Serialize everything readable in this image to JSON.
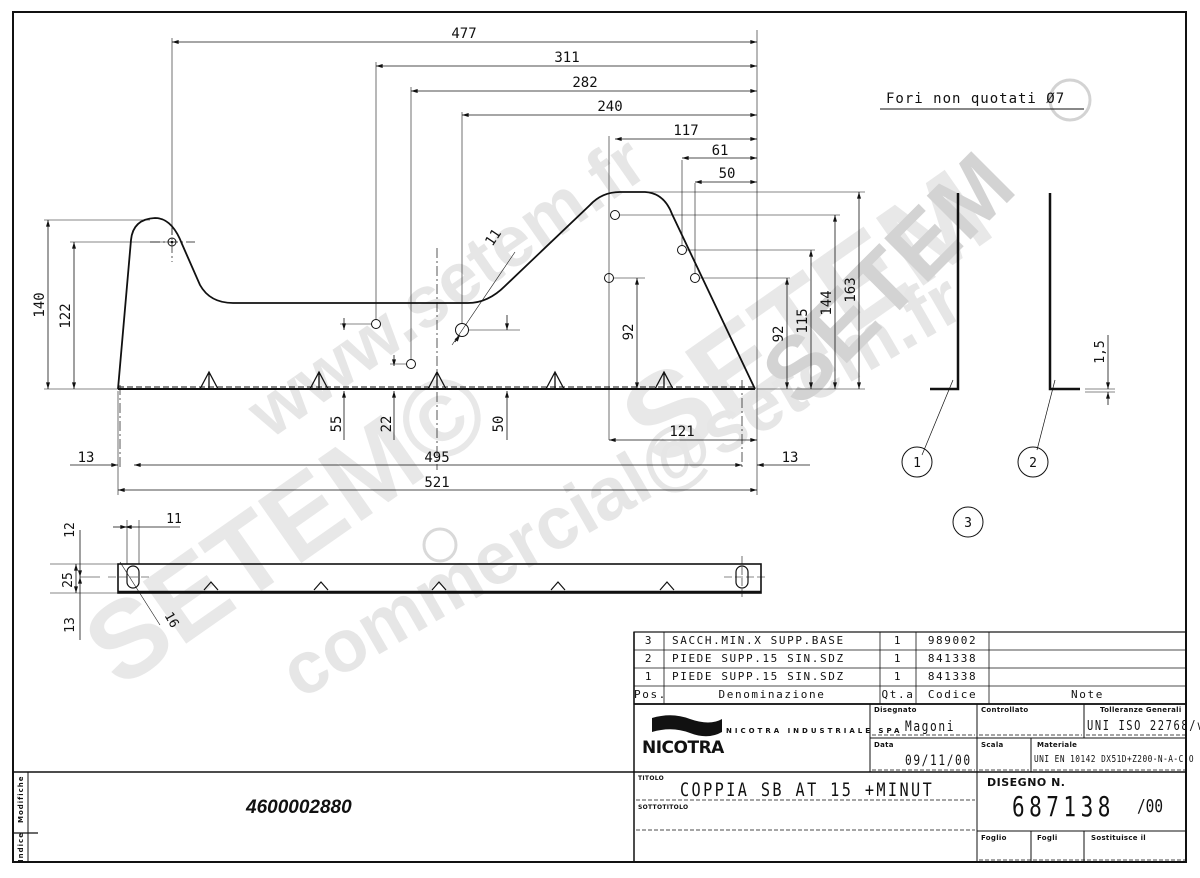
{
  "drawing": {
    "note_holes": "Fori non quotati Ø7",
    "front_view": {
      "horizontal_dims": [
        "477",
        "311",
        "282",
        "240",
        "117",
        "61",
        "50"
      ],
      "left_heights": [
        "140",
        "122"
      ],
      "right_heights": [
        "92",
        "115",
        "144",
        "163"
      ],
      "inner_height": "92",
      "hole_diameter": "11",
      "bottom_dims": [
        "55",
        "22",
        "50"
      ],
      "dim_121": "121",
      "dim_13_left": "13",
      "dim_13_right": "13",
      "dim_495": "495",
      "dim_521": "521"
    },
    "top_view": {
      "dim_12": "12",
      "dim_11": "11",
      "dim_25": "25",
      "dim_13": "13",
      "dim_16": "16"
    },
    "side_view": {
      "thickness": "1,5",
      "balloons": [
        "1",
        "2",
        "3"
      ]
    },
    "watermark": {
      "lines": [
        "www.setem.fr",
        "SETEM",
        "SETEM©",
        "commercial@setem.fr",
        "SETEM"
      ]
    }
  },
  "left_block": {
    "label_modifiche": "Modifiche",
    "label_indice": "Indice",
    "part_number": "4600002880"
  },
  "bom": {
    "rows": [
      {
        "pos": "3",
        "name": "SACCH.MIN.X SUPP.BASE",
        "qty": "1",
        "code": "989002",
        "note": ""
      },
      {
        "pos": "2",
        "name": "PIEDE SUPP.15 SIN.SDZ",
        "qty": "1",
        "code": "841338",
        "note": ""
      },
      {
        "pos": "1",
        "name": "PIEDE SUPP.15 SIN.SDZ",
        "qty": "1",
        "code": "841338",
        "note": ""
      }
    ],
    "header": {
      "pos": "Pos.",
      "name": "Denominazione",
      "qty": "Qt.a",
      "code": "Codice",
      "note": "Note"
    }
  },
  "title_block": {
    "logo_text": "NICOTRA",
    "company": "NICOTRA INDUSTRIALE SPA",
    "disegnato_label": "Disegnato",
    "disegnato": "Magoni",
    "controllato_label": "Controllato",
    "controllato": "",
    "tolleranze_label": "Tolleranze Generali",
    "tolleranze": "UNI ISO 22768/v",
    "data_label": "Data",
    "data": "09/11/00",
    "scala_label": "Scala",
    "scala": "",
    "materiale_label": "Materiale",
    "materiale": "UNI EN 10142 DX51D+Z200-N-A-C-O",
    "titolo_label": "TITOLO",
    "titolo": "COPPIA SB AT 15 +MINUT",
    "sottotitolo_label": "SOTTOTITOLO",
    "disegno_label": "DISEGNO N.",
    "disegno_num": "687138",
    "revision": "/00",
    "foglio_label": "Foglio",
    "fogli_label": "Fogli",
    "sostituisce_label": "Sostituisce il"
  }
}
